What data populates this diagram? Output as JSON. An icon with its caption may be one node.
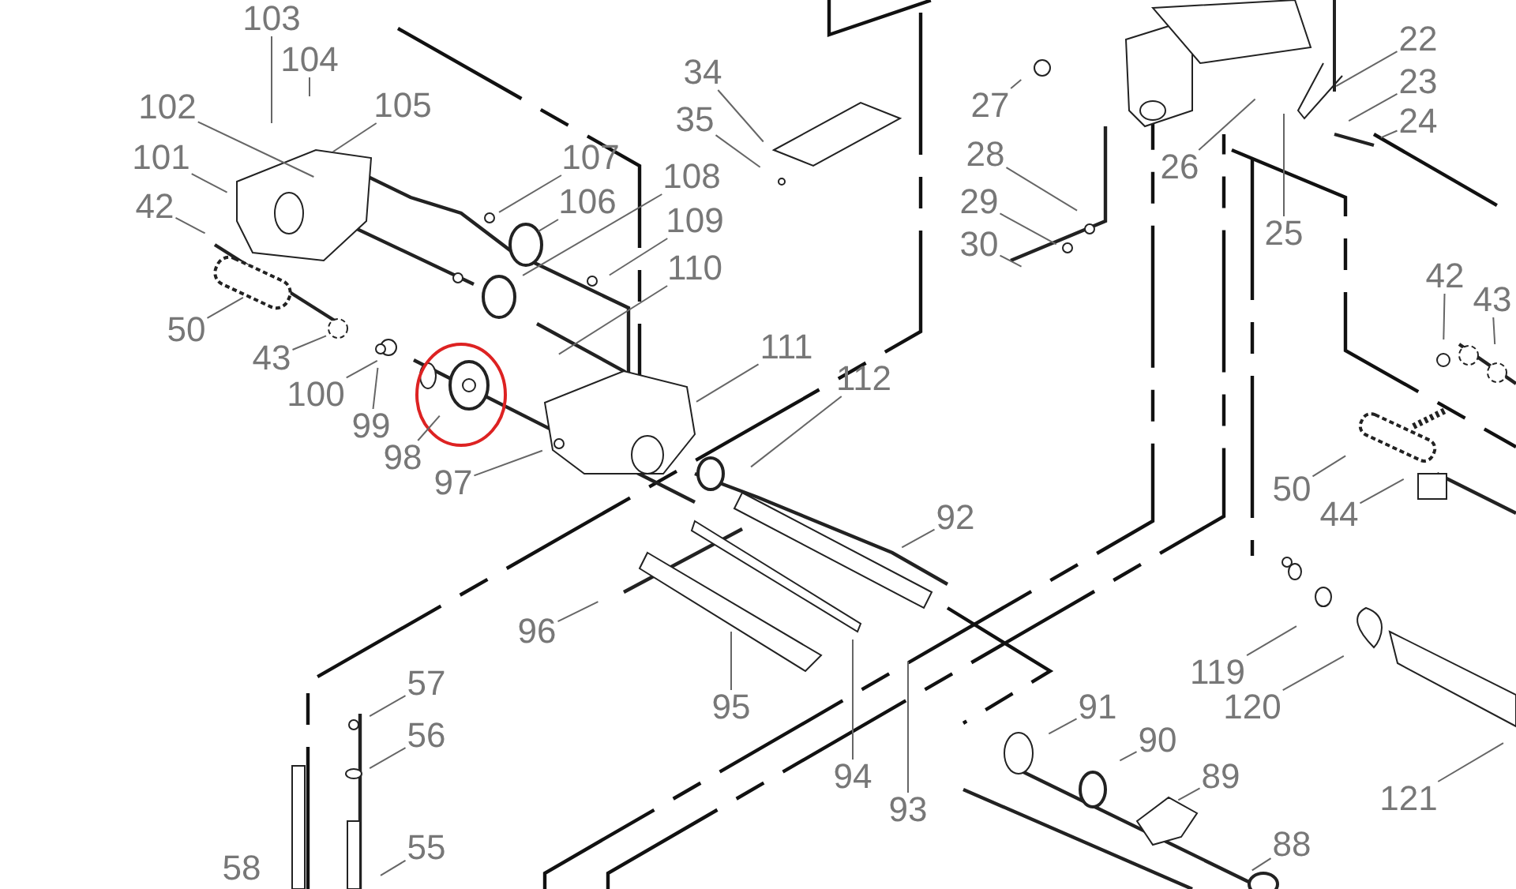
{
  "diagram": {
    "nodes": [
      {
        "text": [
          "103"
        ]
      },
      {
        "text": [
          "104"
        ]
      },
      {
        "text": [
          "105"
        ]
      },
      {
        "text": [
          "102"
        ]
      },
      {
        "text": [
          "101"
        ]
      },
      {
        "text": [
          "42"
        ]
      },
      {
        "text": [
          "50"
        ]
      },
      {
        "text": [
          "43"
        ]
      },
      {
        "text": [
          "100"
        ]
      },
      {
        "text": [
          "99"
        ]
      },
      {
        "text": [
          "98"
        ]
      },
      {
        "text": [
          "97"
        ]
      },
      {
        "text": [
          "107"
        ]
      },
      {
        "text": [
          "106"
        ]
      },
      {
        "text": [
          "108"
        ]
      },
      {
        "text": [
          "109"
        ]
      },
      {
        "text": [
          "110"
        ]
      },
      {
        "text": [
          "111"
        ]
      },
      {
        "text": [
          "112"
        ]
      },
      {
        "text": [
          "34"
        ]
      },
      {
        "text": [
          "35"
        ]
      },
      {
        "text": [
          "27"
        ]
      },
      {
        "text": [
          "28"
        ]
      },
      {
        "text": [
          "29"
        ]
      },
      {
        "text": [
          "30"
        ]
      },
      {
        "text": [
          "26"
        ]
      },
      {
        "text": [
          "25"
        ]
      },
      {
        "text": [
          "22"
        ]
      },
      {
        "text": [
          "23"
        ]
      },
      {
        "text": [
          "24"
        ]
      },
      {
        "text": [
          "42"
        ]
      },
      {
        "text": [
          "43"
        ]
      },
      {
        "text": [
          "50"
        ]
      },
      {
        "text": [
          "44"
        ]
      },
      {
        "text": [
          "119"
        ]
      },
      {
        "text": [
          "120"
        ]
      },
      {
        "text": [
          "121"
        ]
      },
      {
        "text": [
          "92"
        ]
      },
      {
        "text": [
          "96"
        ]
      },
      {
        "text": [
          "95"
        ]
      },
      {
        "text": [
          "94"
        ]
      },
      {
        "text": [
          "93"
        ]
      },
      {
        "text": [
          "91"
        ]
      },
      {
        "text": [
          "90"
        ]
      },
      {
        "text": [
          "89"
        ]
      },
      {
        "text": [
          "88"
        ]
      },
      {
        "text": [
          "57"
        ]
      },
      {
        "text": [
          "56"
        ]
      },
      {
        "text": [
          "55"
        ]
      }
    ],
    "edges": [
      {
        "from": 0,
        "to": null,
        "arrow": "none"
      },
      {
        "from": 1,
        "to": null,
        "arrow": "none"
      },
      {
        "from": 2,
        "to": null,
        "arrow": "none"
      },
      {
        "from": 3,
        "to": null,
        "arrow": "none"
      },
      {
        "from": 4,
        "to": null,
        "arrow": "none"
      },
      {
        "from": 5,
        "to": null,
        "arrow": "none"
      },
      {
        "from": 6,
        "to": null,
        "arrow": "none"
      },
      {
        "from": 7,
        "to": null,
        "arrow": "none"
      },
      {
        "from": 8,
        "to": null,
        "arrow": "none"
      },
      {
        "from": 9,
        "to": null,
        "arrow": "none"
      },
      {
        "from": 10,
        "to": null,
        "arrow": "none"
      },
      {
        "from": 11,
        "to": null,
        "arrow": "none"
      },
      {
        "from": 12,
        "to": null,
        "arrow": "none"
      },
      {
        "from": 13,
        "to": null,
        "arrow": "none"
      },
      {
        "from": 14,
        "to": null,
        "arrow": "none"
      },
      {
        "from": 15,
        "to": null,
        "arrow": "none"
      },
      {
        "from": 16,
        "to": null,
        "arrow": "none"
      },
      {
        "from": 17,
        "to": null,
        "arrow": "none"
      },
      {
        "from": 18,
        "to": null,
        "arrow": "none"
      },
      {
        "from": 19,
        "to": null,
        "arrow": "none"
      },
      {
        "from": 20,
        "to": null,
        "arrow": "none"
      },
      {
        "from": 21,
        "to": null,
        "arrow": "none"
      },
      {
        "from": 22,
        "to": null,
        "arrow": "none"
      },
      {
        "from": 23,
        "to": null,
        "arrow": "none"
      },
      {
        "from": 24,
        "to": null,
        "arrow": "none"
      },
      {
        "from": 25,
        "to": null,
        "arrow": "none"
      },
      {
        "from": 26,
        "to": null,
        "arrow": "none"
      },
      {
        "from": 27,
        "to": null,
        "arrow": "none"
      },
      {
        "from": 28,
        "to": null,
        "arrow": "none"
      },
      {
        "from": 29,
        "to": null,
        "arrow": "none"
      },
      {
        "from": 30,
        "to": null,
        "arrow": "none"
      },
      {
        "from": 31,
        "to": null,
        "arrow": "none"
      },
      {
        "from": 32,
        "to": null,
        "arrow": "none"
      },
      {
        "from": 33,
        "to": null,
        "arrow": "none"
      },
      {
        "from": 34,
        "to": null,
        "arrow": "none"
      },
      {
        "from": 35,
        "to": null,
        "arrow": "none"
      },
      {
        "from": 36,
        "to": null,
        "arrow": "none"
      },
      {
        "from": 37,
        "to": null,
        "arrow": "none"
      },
      {
        "from": 38,
        "to": null,
        "arrow": "none"
      },
      {
        "from": 39,
        "to": null,
        "arrow": "none"
      },
      {
        "from": 40,
        "to": null,
        "arrow": "none"
      },
      {
        "from": 41,
        "to": null,
        "arrow": "none"
      },
      {
        "from": 42,
        "to": null,
        "arrow": "none"
      },
      {
        "from": 43,
        "to": null,
        "arrow": "none"
      },
      {
        "from": 44,
        "to": null,
        "arrow": "none"
      },
      {
        "from": 45,
        "to": null,
        "arrow": "none"
      },
      {
        "from": 46,
        "to": null,
        "arrow": "none"
      },
      {
        "from": 47,
        "to": null,
        "arrow": "none"
      },
      {
        "from": 48,
        "to": null,
        "arrow": "none"
      }
    ],
    "labels": [
      "58"
    ]
  }
}
